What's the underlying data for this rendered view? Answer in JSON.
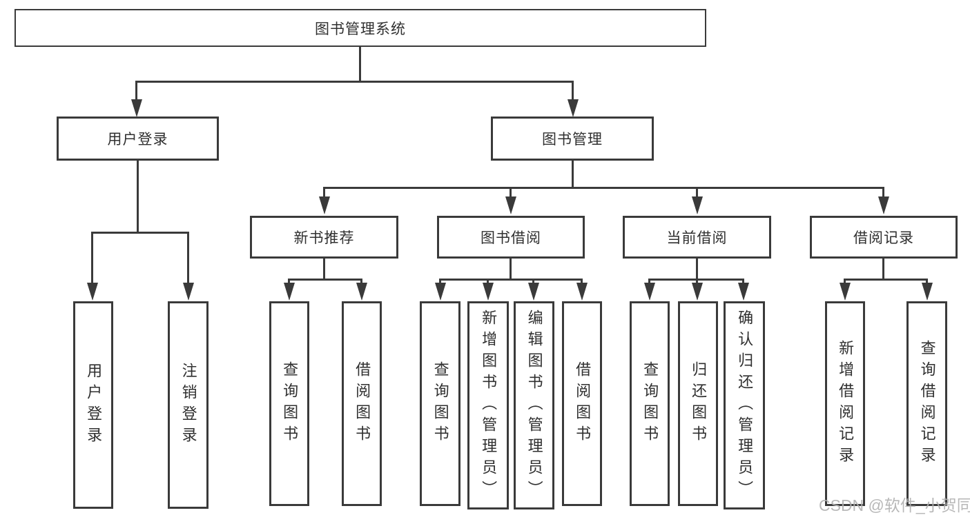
{
  "diagram": {
    "root": {
      "label": "图书管理系统"
    },
    "level2": {
      "user_login": "用户登录",
      "book_mgmt": "图书管理"
    },
    "level3": {
      "new_books": "新书推荐",
      "borrowing": "图书借阅",
      "current": "当前借阅",
      "records": "借阅记录"
    },
    "leaves": {
      "user_login": "用户登录",
      "logout": "注销登录",
      "newbooks_query": "查询图书",
      "newbooks_borrow": "借阅图书",
      "borrowing_query": "查询图书",
      "borrowing_add": "新增图书（管理员）",
      "borrowing_edit": "编辑图书（管理员）",
      "borrowing_borrow": "借阅图书",
      "current_query": "查询图书",
      "current_return": "归还图书",
      "current_confirm": "确认归还（管理员）",
      "records_add": "新增借阅记录",
      "records_query": "查询借阅记录"
    }
  },
  "watermark": {
    "text": "CSDN @软件_小贺同学"
  },
  "colors": {
    "line": "#3a3a3a",
    "text": "#2f2f2f",
    "watermark": "#b1b1b1",
    "background": "#ffffff"
  }
}
